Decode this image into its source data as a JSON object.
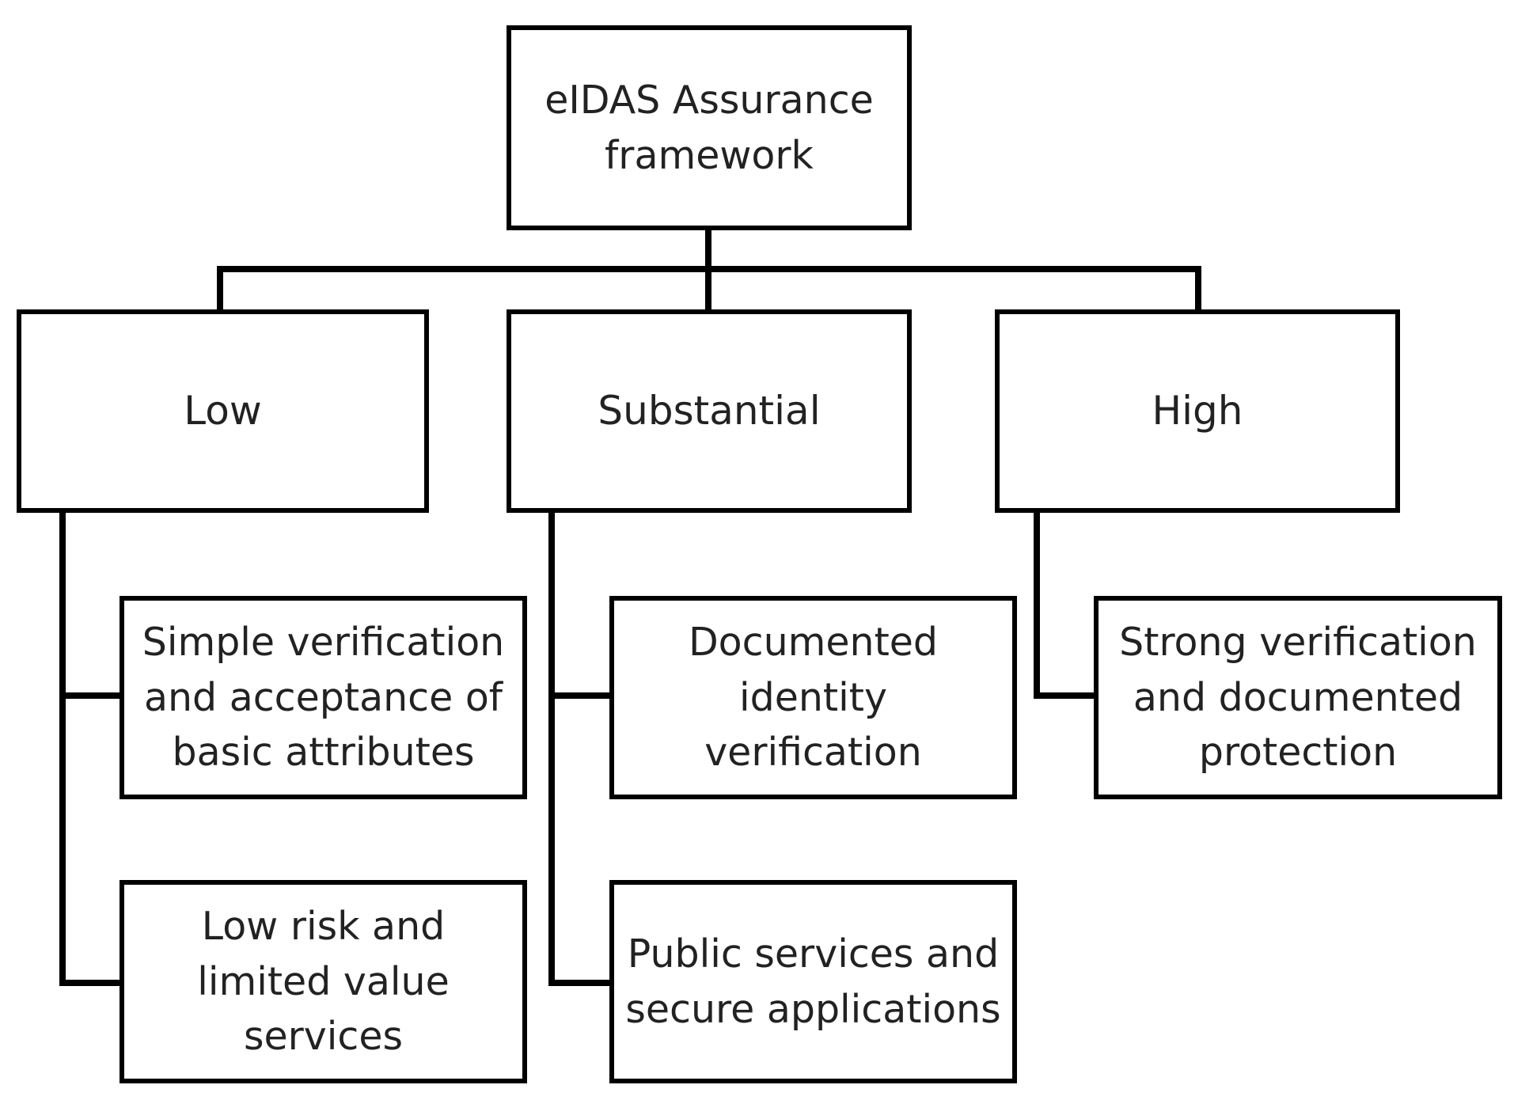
{
  "root": {
    "label": "eIDAS Assurance framework"
  },
  "levels": [
    {
      "label": "Low",
      "items": [
        "Simple verification and acceptance of basic attributes",
        "Low risk and limited value services"
      ]
    },
    {
      "label": "Substantial",
      "items": [
        "Documented identity verification",
        "Public services and secure applications"
      ]
    },
    {
      "label": "High",
      "items": [
        "Strong verification and documented protection"
      ]
    }
  ],
  "colors": {
    "line": "#000000",
    "box_fill": "#ffffff",
    "text": "#222222"
  }
}
